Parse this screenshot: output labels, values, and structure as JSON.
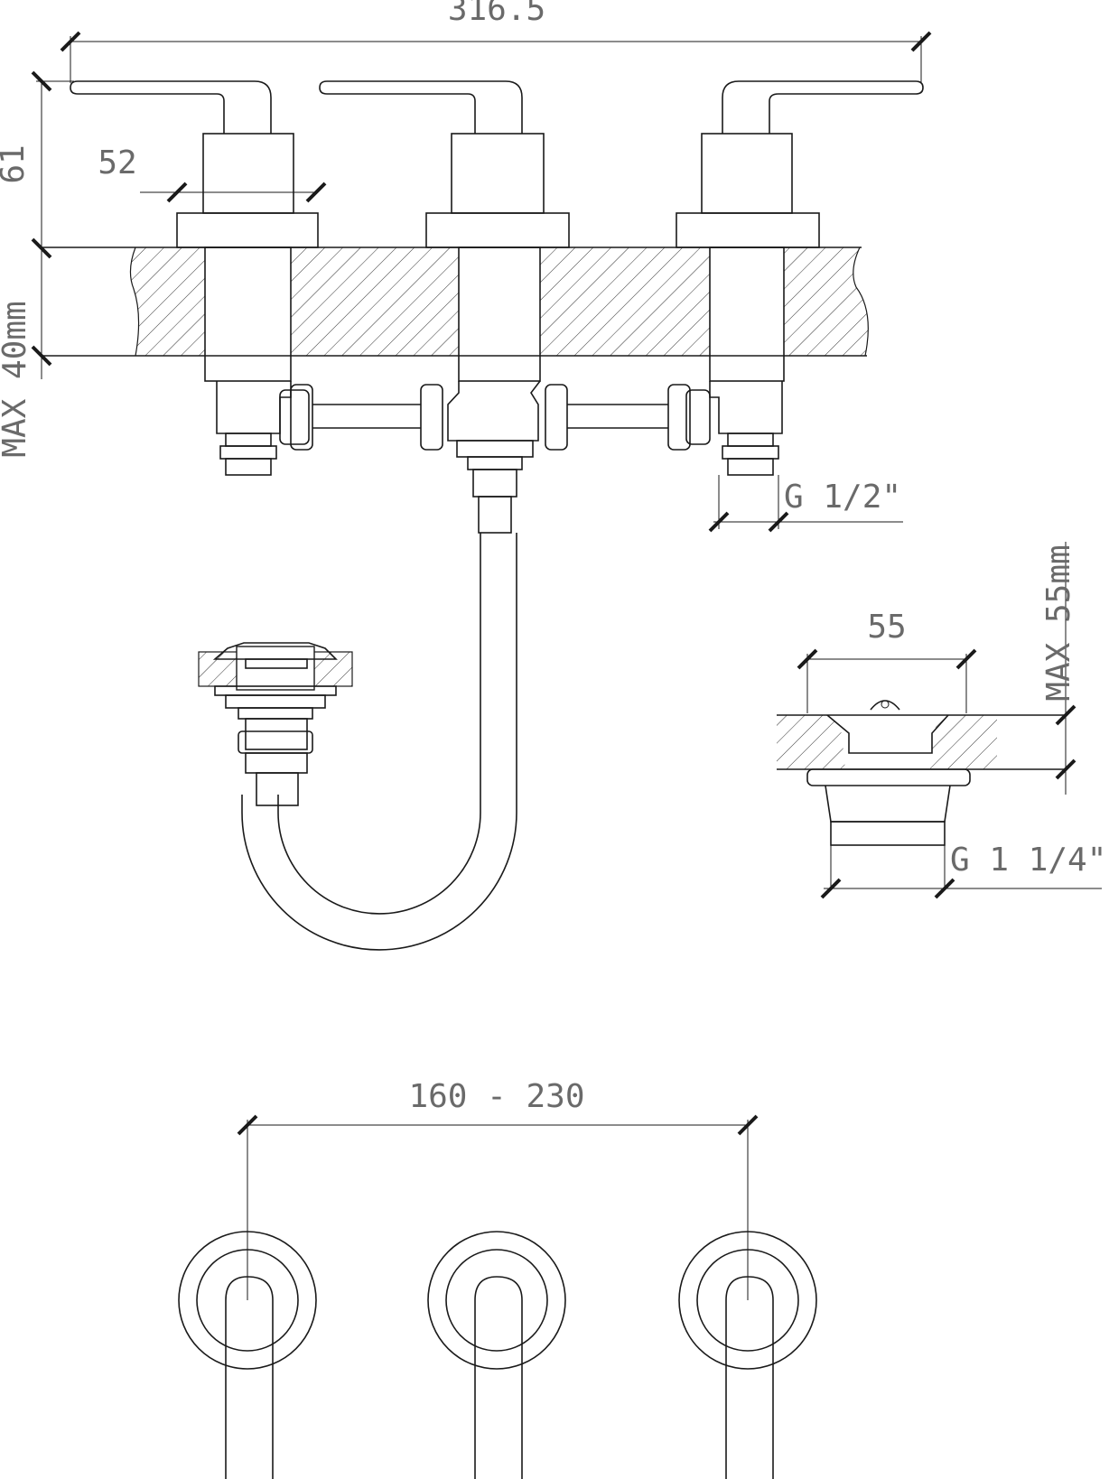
{
  "dimensions": {
    "overall_width": "316.5",
    "handle_height": "61",
    "rosette_diameter": "52",
    "max_deck_thickness": "MAX  40mm",
    "inlet_thread": "G  1/2\"",
    "waste_width": "55",
    "waste_max_thickness": "MAX  55mm",
    "waste_thread": "G  1  1/4\"",
    "centers_range": "160  -  230"
  }
}
